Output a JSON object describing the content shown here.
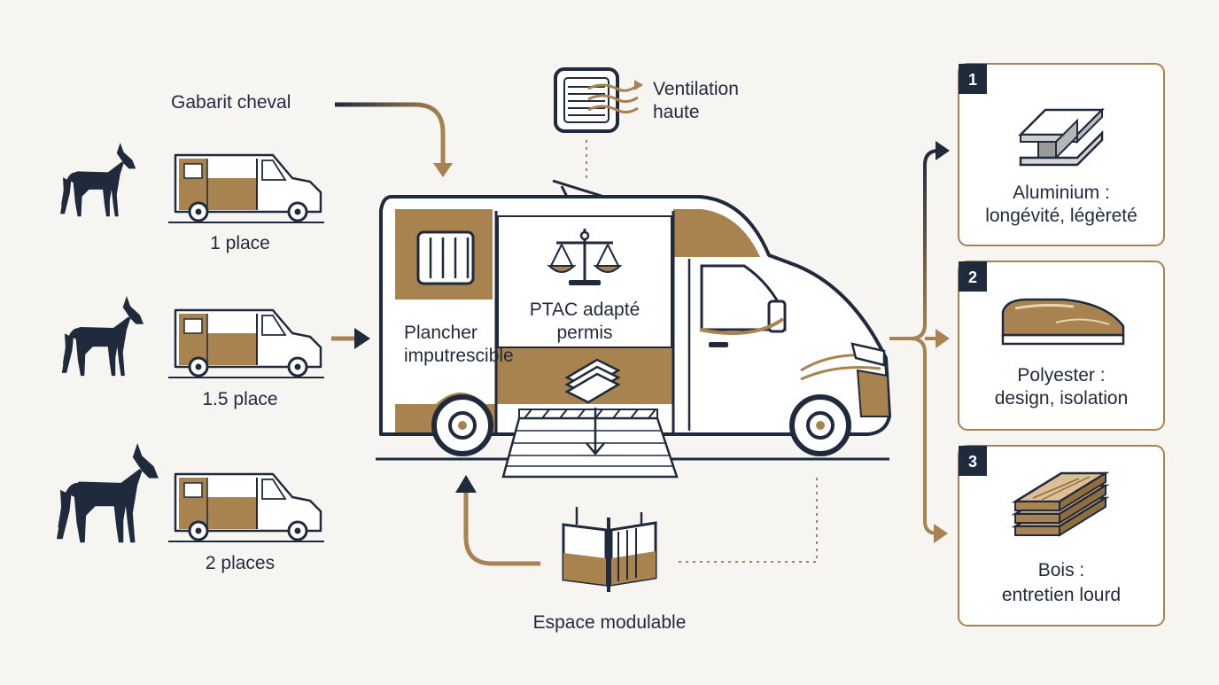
{
  "colors": {
    "navy": "#1f2a3c",
    "gold": "#a8834f",
    "bg": "#f6f5f2",
    "white": "#ffffff"
  },
  "left": {
    "gabarit_label": "Gabarit cheval",
    "sizes": [
      {
        "label": "1 place",
        "icon": "pony-icon"
      },
      {
        "label": "1.5 place",
        "icon": "horse-icon"
      },
      {
        "label": "2 places",
        "icon": "draft-horse-icon"
      }
    ]
  },
  "center": {
    "ventilation": [
      "Ventilation",
      "haute"
    ],
    "ptac": [
      "PTAC adapté",
      "permis"
    ],
    "plancher": [
      "Plancher",
      "imputrescible"
    ],
    "espace": "Espace modulable"
  },
  "materials": [
    {
      "number": "1",
      "lines": [
        "Aluminium :",
        "longévité, légèreté"
      ],
      "icon": "aluminium-beam-icon"
    },
    {
      "number": "2",
      "lines": [
        "Polyester :",
        "design, isolation"
      ],
      "icon": "polyester-shell-icon"
    },
    {
      "number": "3",
      "lines": [
        "Bois :",
        "entretien lourd"
      ],
      "icon": "wood-planks-icon"
    }
  ]
}
